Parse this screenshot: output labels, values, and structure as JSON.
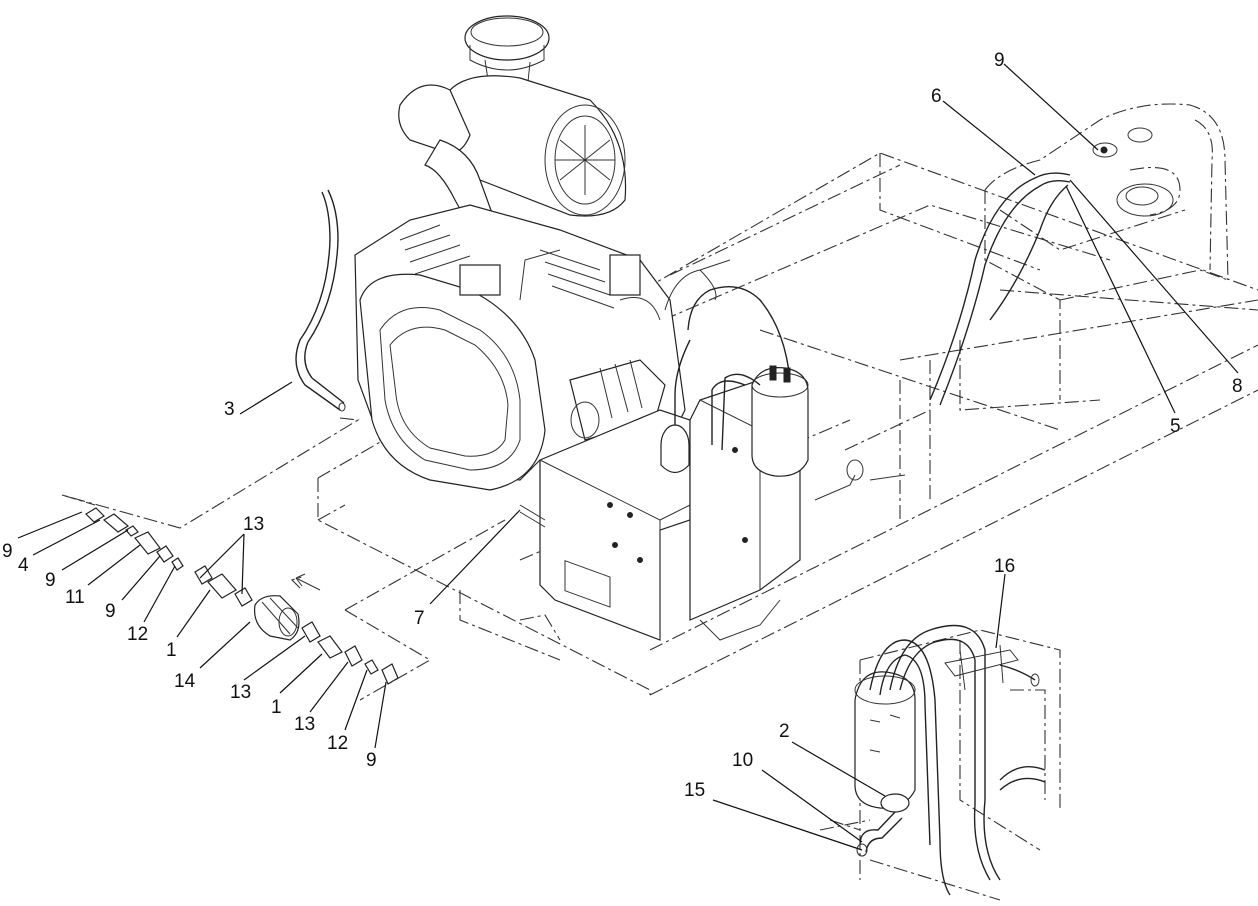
{
  "callouts": {
    "c1": "9",
    "c2": "4",
    "c3": "9",
    "c4": "11",
    "c5": "9",
    "c6": "12",
    "c7": "1",
    "c8": "13",
    "c9": "14",
    "c10": "13",
    "c11": "1",
    "c12": "13",
    "c13": "12",
    "c14": "9",
    "c15": "3",
    "c16": "7",
    "c17": "9",
    "c18": "6",
    "c19": "8",
    "c20": "5",
    "c21": "16",
    "c22": "2",
    "c23": "10",
    "c24": "15"
  }
}
